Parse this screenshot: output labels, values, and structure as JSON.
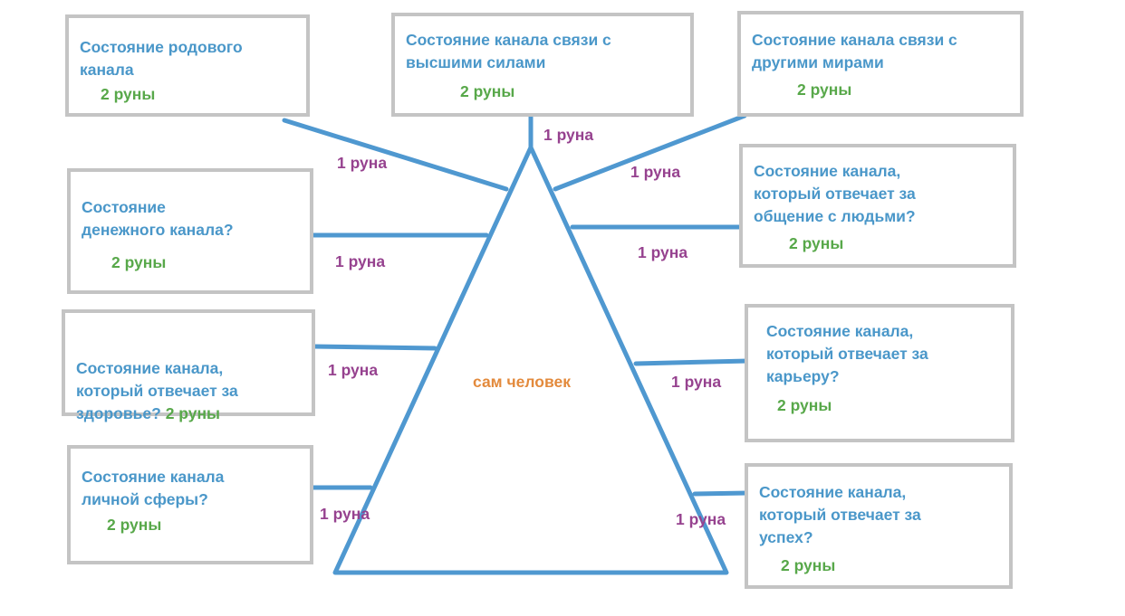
{
  "boxes": {
    "rod": {
      "title": "Состояние родового\nканала",
      "runes": "2 руны"
    },
    "vysshie": {
      "title": "Состояние канала связи с\nвысшими силами",
      "runes": "2 руны"
    },
    "miry": {
      "title": "Состояние канала связи с\nдругими мирами",
      "runes": "2 руны"
    },
    "dengi": {
      "title": "Состояние\nденежного канала?",
      "runes": "2 руны"
    },
    "obshchenie": {
      "title": "Состояние канала,\nкоторый отвечает за\nобщение с людьми?",
      "runes": "2 руны"
    },
    "zdorovie": {
      "title": "Состояние канала,\nкоторый отвечает за\nздоровье?",
      "runes": "2 руны"
    },
    "kariera": {
      "title": "Состояние канала,\nкоторый отвечает за\nкарьеру?",
      "runes": "2 руны"
    },
    "lichnaya": {
      "title": "Состояние канала\nличной сферы?",
      "runes": "2 руны"
    },
    "uspekh": {
      "title": "Состояние канала,\nкоторый отвечает за\nуспех?",
      "runes": "2 руны"
    }
  },
  "connector_labels": {
    "top": "1 руна",
    "rod": "1 руна",
    "miry": "1 руна",
    "dengi": "1 руна",
    "obshchenie": "1 руна",
    "zdorovie": "1 руна",
    "kariera": "1 руна",
    "lichnaya": "1 руна",
    "uspekh": "1 руна"
  },
  "center_label": "сам человек",
  "colors": {
    "line": "#4f98d0",
    "box_border": "#c4c4c4",
    "box_title": "#4a97c9",
    "runes_2": "#58a84a",
    "runes_1": "#96428f",
    "center": "#e38a3c"
  }
}
